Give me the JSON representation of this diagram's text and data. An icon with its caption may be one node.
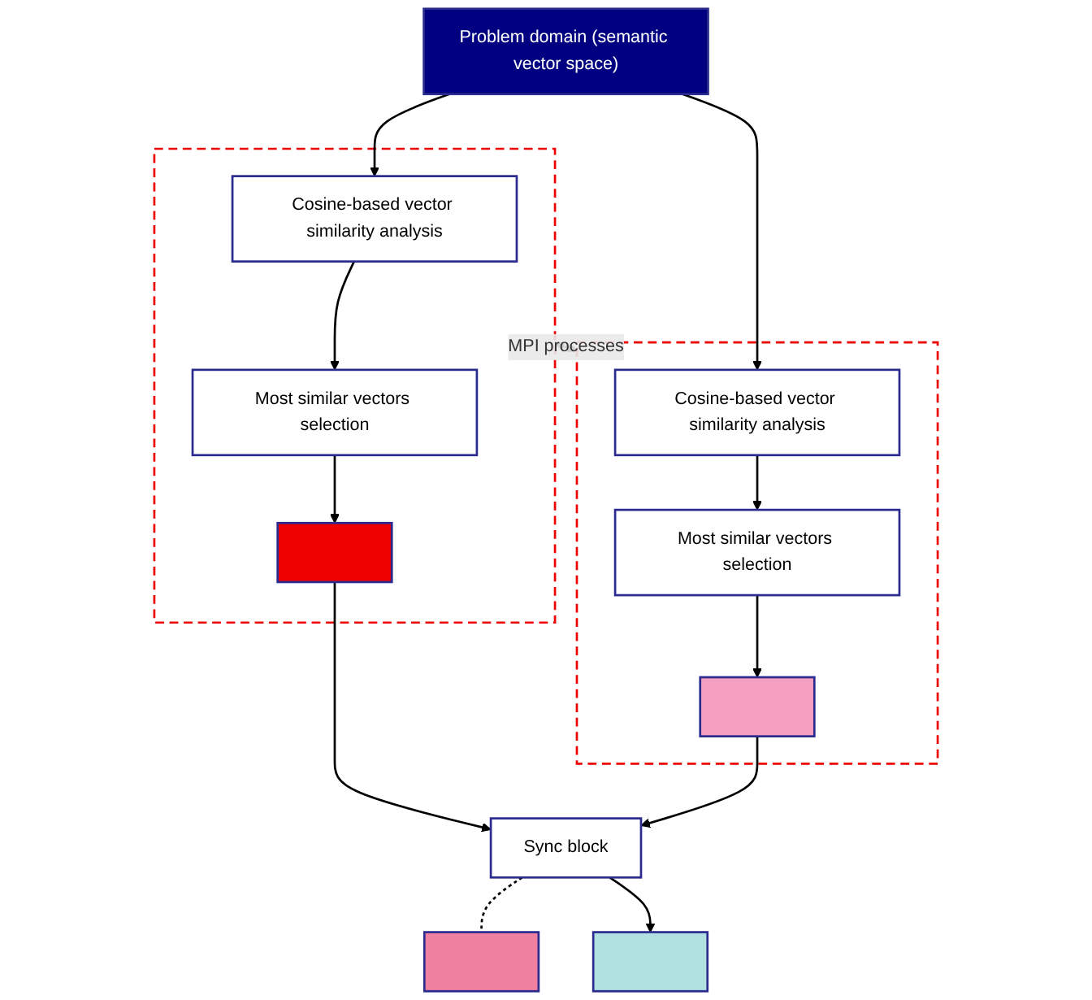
{
  "diagram": {
    "nodes": [
      {
        "text": [
          "Problem domain (semantic vector space)"
        ]
      },
      {
        "text": [],
        "shape": "box"
      },
      {
        "text": [
          "Cosine-based vector similarity analysis"
        ],
        "in": 1
      },
      {
        "text": [
          "Most similar vectors selection"
        ],
        "in": 1
      },
      {
        "text": [],
        "shape": "bar",
        "in": 1
      },
      {
        "text": [],
        "shape": "box"
      },
      {
        "text": [
          "Cosine-based vector similarity analysis"
        ],
        "in": 5
      },
      {
        "text": [
          "Most similar vectors selection"
        ],
        "in": 5
      },
      {
        "text": [],
        "shape": "bar",
        "in": 5
      },
      {
        "text": [
          "Sync block"
        ]
      },
      {
        "text": [],
        "shape": "bar"
      },
      {
        "text": [],
        "shape": "bar"
      }
    ],
    "edges": [
      {
        "from": 0,
        "to": 2,
        "arrow": "to"
      },
      {
        "from": 0,
        "to": 6,
        "arrow": "to"
      },
      {
        "from": 2,
        "to": 3,
        "arrow": "to"
      },
      {
        "from": 3,
        "to": 4,
        "arrow": "to"
      },
      {
        "from": 6,
        "to": 7,
        "arrow": "to"
      },
      {
        "from": 7,
        "to": 8,
        "arrow": "to"
      },
      {
        "from": 1,
        "to": 5,
        "arrow": "both",
        "label": "MPI processes"
      },
      {
        "from": 4,
        "to": 9,
        "arrow": "to"
      },
      {
        "from": 8,
        "to": 9,
        "arrow": "to"
      },
      {
        "from": 9,
        "to": 10,
        "arrow": "none",
        "style": "dashed"
      },
      {
        "from": 9,
        "to": 11,
        "arrow": "to"
      }
    ]
  }
}
